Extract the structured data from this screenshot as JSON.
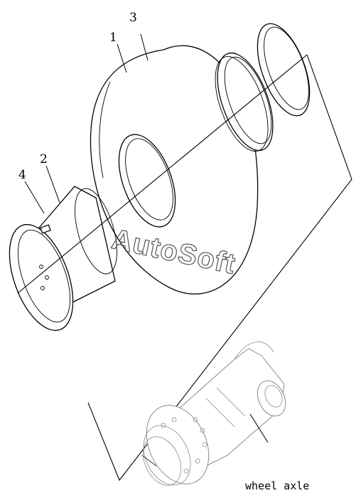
{
  "callouts": {
    "part_1": "1",
    "part_2": "2",
    "part_3": "3",
    "part_4": "4"
  },
  "caption": "wheel axle",
  "watermark": "AutoSoft",
  "colors": {
    "line": "#000000",
    "axle_line": "#8a8a8a",
    "watermark_outline": "#555555",
    "background": "#ffffff"
  }
}
